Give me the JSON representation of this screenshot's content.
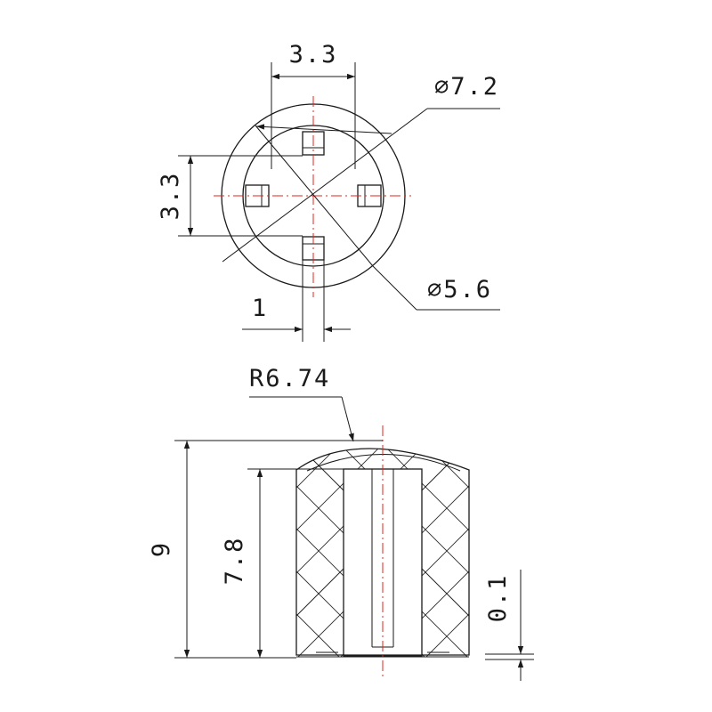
{
  "top_view": {
    "dims": {
      "width": "3.3",
      "height": "3.3",
      "outer_dia": "⌀7.2",
      "inner_dia": "⌀5.6",
      "slot": "1"
    }
  },
  "side_view": {
    "dims": {
      "radius": "R6.74",
      "total_height": "9",
      "bore_height": "7.8",
      "clearance": "0.1"
    }
  },
  "colors": {
    "line": "#1a1a1a",
    "centerline": "#e0241b"
  }
}
